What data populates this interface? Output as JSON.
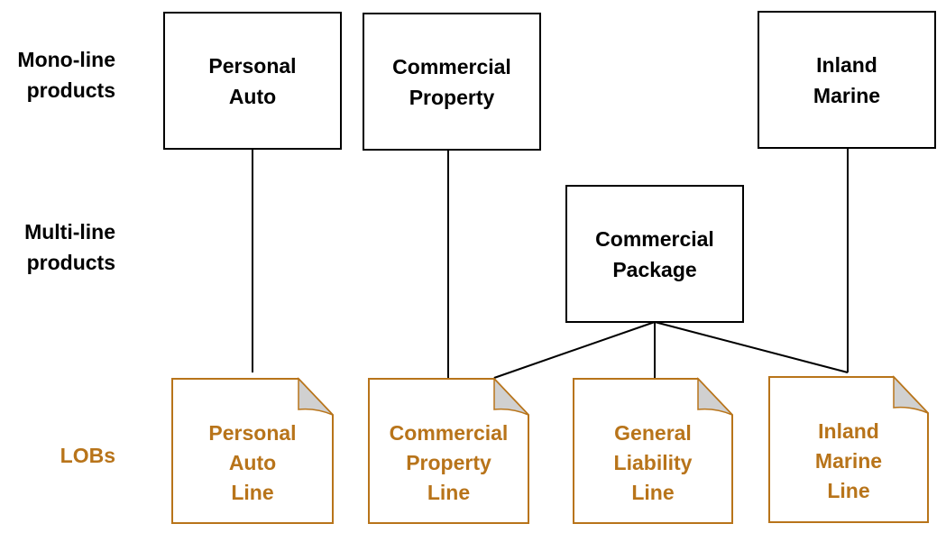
{
  "row_labels": {
    "mono": "Mono-line\nproducts",
    "multi": "Multi-line\nproducts",
    "lobs": "LOBs"
  },
  "products": {
    "personal_auto": "Personal\nAuto",
    "commercial_property": "Commercial\nProperty",
    "inland_marine": "Inland\nMarine",
    "commercial_package": "Commercial\nPackage"
  },
  "lobs": {
    "personal_auto_line": "Personal\nAuto\nLine",
    "commercial_property_line": "Commercial\nProperty\nLine",
    "general_liability_line": "General\nLiability\nLine",
    "inland_marine_line": "Inland\nMarine\nLine"
  },
  "colors": {
    "lob_accent": "#b8741a",
    "fold_fill": "#d0d0d0",
    "product_border": "#000000"
  }
}
